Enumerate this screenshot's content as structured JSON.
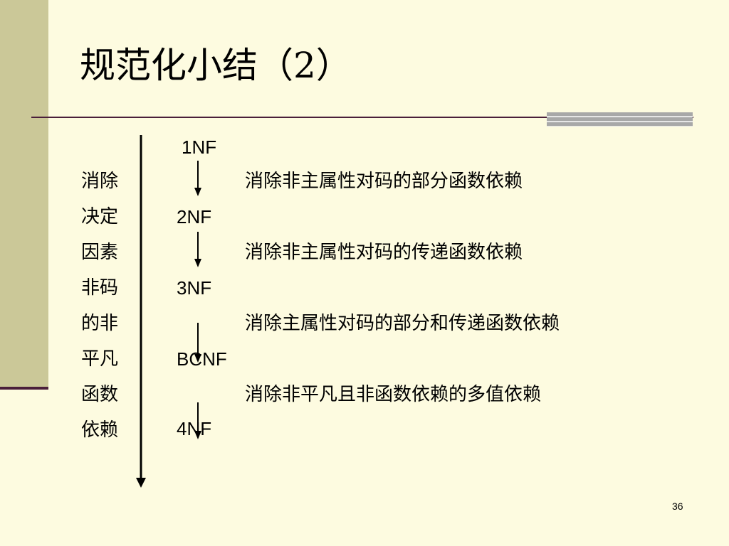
{
  "slide": {
    "title": "规范化小结（2）",
    "page_number": "36"
  },
  "side_label": [
    "消除",
    "决定",
    "因素",
    "非码",
    "的非",
    "平凡",
    "函数",
    "依赖"
  ],
  "normal_forms": [
    "1NF",
    "2NF",
    "3NF",
    "BCNF",
    "4NF"
  ],
  "steps": [
    "消除非主属性对码的部分函数依赖",
    "消除非主属性对码的传递函数依赖",
    "消除主属性对码的部分和传递函数依赖",
    "消除非平凡且非函数依赖的多值依赖"
  ],
  "colors": {
    "background": "#fdfbe0",
    "side_bar": "#cbc898",
    "accent_line": "#4a1f3a"
  }
}
